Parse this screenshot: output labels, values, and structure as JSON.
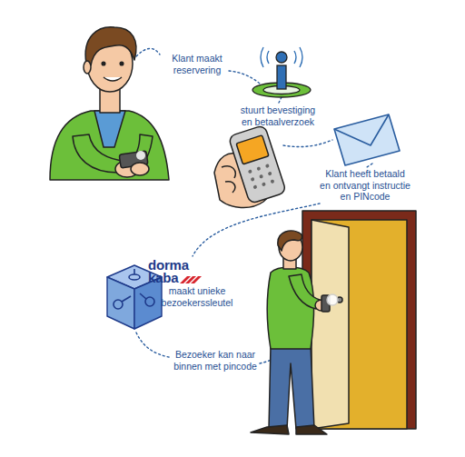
{
  "diagram": {
    "labels": [
      "Klant maakt reservering",
      "stuurt bevestiging en betaalverzoek",
      "Klant heeft betaald en ontvangt instructie en PINcode",
      "dorma",
      "kaba",
      "maakt unieke bezoekerssleutel",
      "Bezoeker kan naar binnen met pincode"
    ]
  }
}
